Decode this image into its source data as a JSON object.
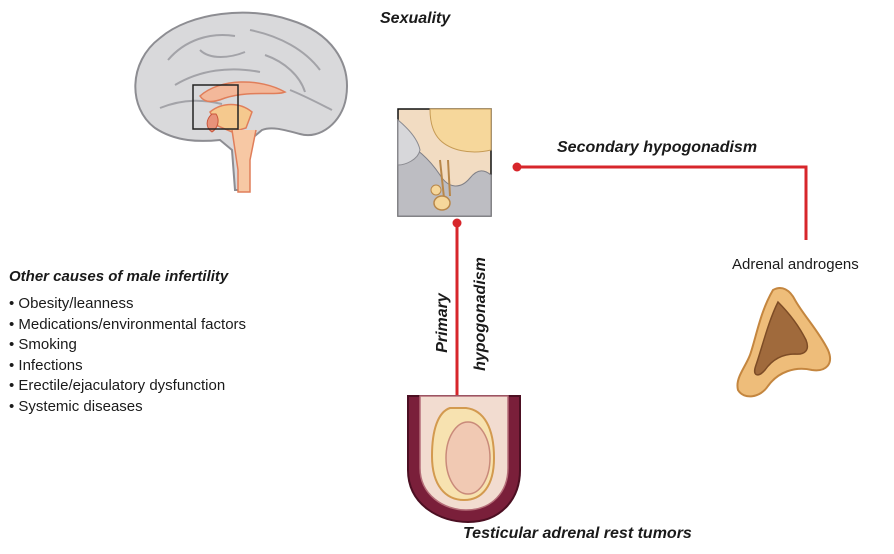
{
  "labels": {
    "sexuality": "Sexuality",
    "secondary_hypogonadism": "Secondary hypogonadism",
    "primary": "Primary",
    "hypogonadism": "hypogonadism",
    "adrenal_androgens": "Adrenal androgens",
    "testicular_adrenal_rest_tumors": "Testicular adrenal rest tumors"
  },
  "other_causes": {
    "title": "Other causes of male infertility",
    "items": [
      "Obesity/leanness",
      "Medications/environmental factors",
      "Smoking",
      "Infections",
      "Erectile/ejaculatory dysfunction",
      "Systemic diseases"
    ]
  },
  "icons": [
    "brain-sagittal-illustration",
    "pituitary-inset-illustration",
    "adrenal-gland-illustration",
    "testis-illustration"
  ],
  "colors": {
    "connector": "#d7262b",
    "brain": "#d7d7d9",
    "pituitary": "#f6d79b",
    "adrenal": "#a06a3c",
    "scrotum": "#7a1f3a",
    "testis": "#f1c9b3"
  }
}
